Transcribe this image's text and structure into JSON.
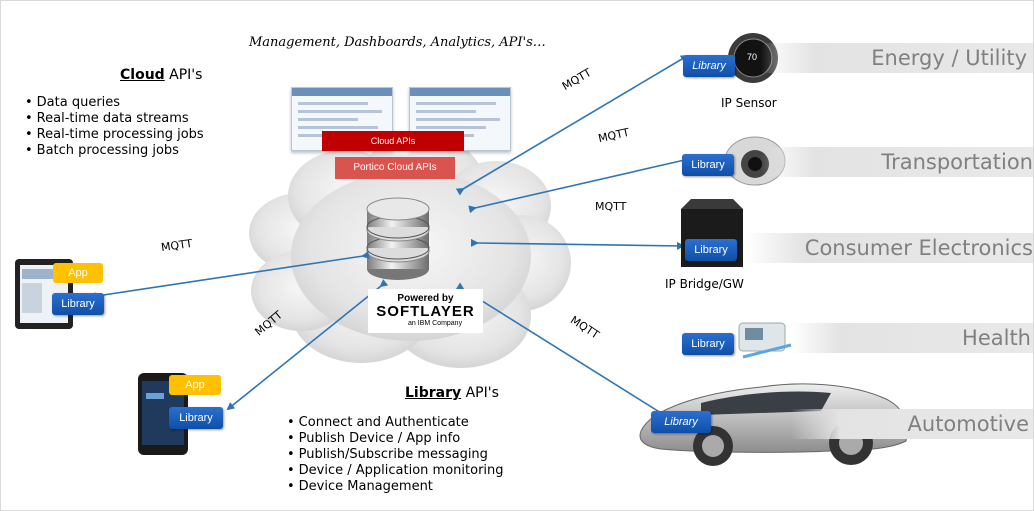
{
  "top_caption": "Management, Dashboards, Analytics, API's…",
  "cloud_apis": {
    "heading_bold": "Cloud",
    "heading_rest": " API's",
    "items": [
      "Data queries",
      "Real-time data streams",
      "Real-time processing jobs",
      "Batch processing jobs"
    ]
  },
  "library_apis": {
    "heading_bold": "Library",
    "heading_rest": " API's",
    "items": [
      "Connect and Authenticate",
      "Publish Device / App info",
      "Publish/Subscribe messaging",
      "Device / Application monitoring",
      "Device Management"
    ]
  },
  "dashboard": {
    "cloud_apis_label": "Cloud APIs",
    "portico_label": "Portico  Cloud APIs"
  },
  "powered_by": {
    "label": "Powered by",
    "brand": "SOFTLAYER",
    "sub": "an IBM Company"
  },
  "mqtt_label": "MQTT",
  "library_label": "Library",
  "app_label": "App",
  "thermostat_value": "70",
  "captions": {
    "ip_sensor": "IP Sensor",
    "ip_bridge": "IP Bridge/GW"
  },
  "industries": [
    "Energy / Utility",
    "Transportation",
    "Consumer Electronics",
    "Health",
    "Automotive"
  ],
  "colors": {
    "library_blue": "#1a5fbf",
    "app_yellow": "#ffc000",
    "arrow_blue": "#2e75b6",
    "cloud_api_red": "#c00000",
    "band_gray": "#e6e6e6"
  }
}
